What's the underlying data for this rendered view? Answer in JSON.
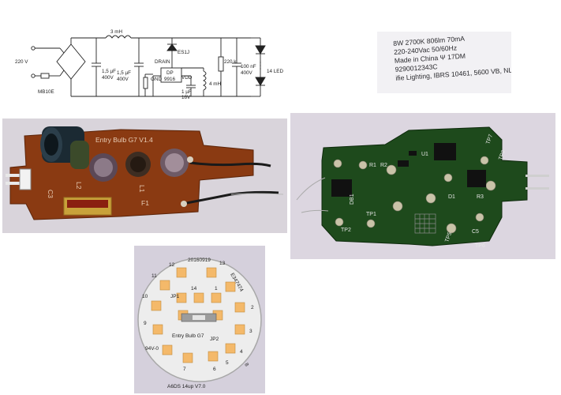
{
  "schematic": {
    "v_in": "220 V",
    "rectifier": "MB10E",
    "inductor_1": "3 mH",
    "cap_1_value": "1,5 µF",
    "cap_1_voltage": "400V",
    "cap_2_value": "1,5 µF",
    "cap_2_voltage": "400V",
    "diode": "ES1J",
    "drain": "DRAIN",
    "ic_line1": "DP",
    "ic_line2": "9916",
    "vdd": "VDD",
    "gnd": "GND",
    "cap_vdd_value": "1 µF",
    "cap_vdd_voltage": "16V",
    "inductor_2": "4 mH",
    "resistor": "220 k",
    "cap_out_value": "100 nF",
    "cap_out_voltage": "400V",
    "led": "14 LED"
  },
  "rating_label": {
    "lines": [
      "8W 2700K 806lm 70mA",
      "220-240Vac 50/60Hz",
      "Made in China Ψ 17DM",
      "9290012343C",
      "ifie Lighting, IBRS 10461, 5600 VB, NL"
    ]
  },
  "driver_board_top": {
    "title": "Entry Bulb G7 V1.4",
    "l2": "L2",
    "c3": "C3",
    "l1": "L1",
    "f1": "F1"
  },
  "driver_board_bottom": {
    "tp2": "TP2",
    "tp1": "TP1",
    "tp7": "TP7",
    "tp8": "TP8",
    "tp5": "TP5",
    "tp6": "TP6",
    "r1": "R1",
    "r2": "R2",
    "d1": "D1",
    "u1": "U1",
    "c5": "C5",
    "r3": "R3",
    "db1": "DB1"
  },
  "led_board": {
    "date": "20160919",
    "code": "E347474",
    "jp1": "JP1",
    "jp2": "JP2",
    "title": "Entry Bulb G7",
    "cert": "94V-0",
    "brand": "A6DS 14up V7.0",
    "led_numbers": [
      "12",
      "13",
      "11",
      "1",
      "14",
      "10",
      "2",
      "9",
      "3",
      "4",
      "5",
      "6",
      "7",
      "8"
    ]
  },
  "colors": {
    "pcb_brown": "#8a3a12",
    "pcb_green": "#1e4a1c",
    "led_yellow": "#f4b96a"
  }
}
